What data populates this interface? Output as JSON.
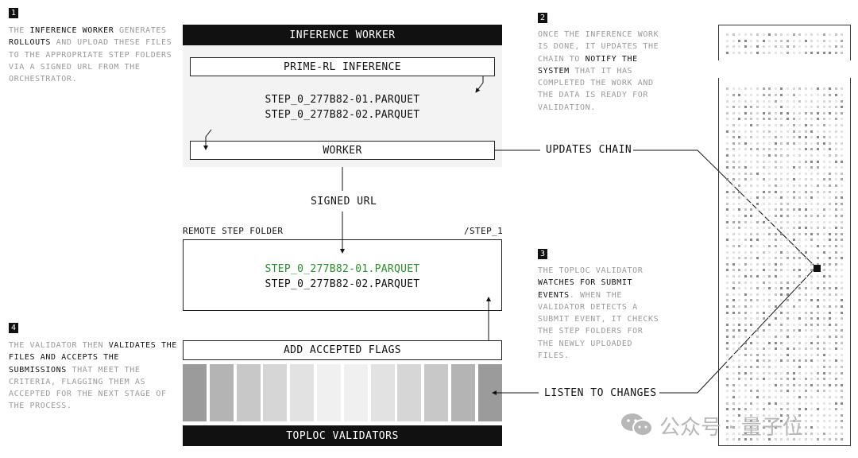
{
  "steps": {
    "step1": {
      "number": "1",
      "parts": [
        {
          "text": "THE ",
          "strong": false
        },
        {
          "text": "INFERENCE WORKER",
          "strong": true
        },
        {
          "text": " GENERATES ",
          "strong": false
        },
        {
          "text": "ROLLOUTS",
          "strong": true
        },
        {
          "text": " AND UPLOAD THESE FILES TO THE APPROPRIATE STEP FOLDERS VIA A SIGNED URL FROM THE ORCHESTRATOR.",
          "strong": false
        }
      ]
    },
    "step2": {
      "number": "2",
      "parts": [
        {
          "text": "ONCE THE INFERENCE WORK IS DONE, IT UPDATES THE CHAIN TO ",
          "strong": false
        },
        {
          "text": "NOTIFY THE SYSTEM",
          "strong": true
        },
        {
          "text": " THAT IT HAS COMPLETED THE WORK AND THE DATA IS READY FOR VALIDATION.",
          "strong": false
        }
      ]
    },
    "step3": {
      "number": "3",
      "parts": [
        {
          "text": "THE TOPLOC VALIDATOR ",
          "strong": false
        },
        {
          "text": "WATCHES FOR SUBMIT EVENTS",
          "strong": true
        },
        {
          "text": ". WHEN THE VALIDATOR DETECTS A SUBMIT EVENT, IT CHECKS THE STEP FOLDERS FOR THE NEWLY UPLOADED FILES.",
          "strong": false
        }
      ]
    },
    "step4": {
      "number": "4",
      "parts": [
        {
          "text": "THE VALIDATOR THEN ",
          "strong": false
        },
        {
          "text": "VALIDATES THE FILES AND ACCEPTS THE SUBMISSIONS",
          "strong": true
        },
        {
          "text": " THAT MEET THE CRITERIA, FLAGGING THEM AS ACCEPTED FOR THE NEXT STAGE OF THE PROCESS.",
          "strong": false
        }
      ]
    }
  },
  "inference_worker": {
    "title": "INFERENCE WORKER",
    "prime_rl": "PRIME-RL INFERENCE",
    "files": [
      "STEP_0_277B82-01.PARQUET",
      "STEP_0_277B82-02.PARQUET"
    ],
    "worker": "WORKER"
  },
  "signed_url": "SIGNED URL",
  "updates_chain": "UPDATES CHAIN",
  "remote_folder": {
    "label": "REMOTE STEP FOLDER",
    "path": "/STEP_1",
    "files": [
      "STEP_0_277B82-01.PARQUET",
      "STEP_0_277B82-02.PARQUET"
    ],
    "highlight_color": "#2e8b2e"
  },
  "add_flags": "ADD ACCEPTED FLAGS",
  "listen": "LISTEN TO CHANGES",
  "validators": "TOPLOC VALIDATORS",
  "watermark": "公众号 · 量子位",
  "colors": {
    "bar_bg": "#111111",
    "panel_bg": "#f3f3f3",
    "note_gray": "#9a9a9a",
    "cells": [
      "#9b9b9b",
      "#b4b4b4",
      "#c8c8c8",
      "#d6d6d6",
      "#e2e2e2",
      "#f0f0f0",
      "#f0f0f0",
      "#e2e2e2",
      "#d6d6d6",
      "#c8c8c8",
      "#b4b4b4",
      "#9b9b9b"
    ]
  }
}
